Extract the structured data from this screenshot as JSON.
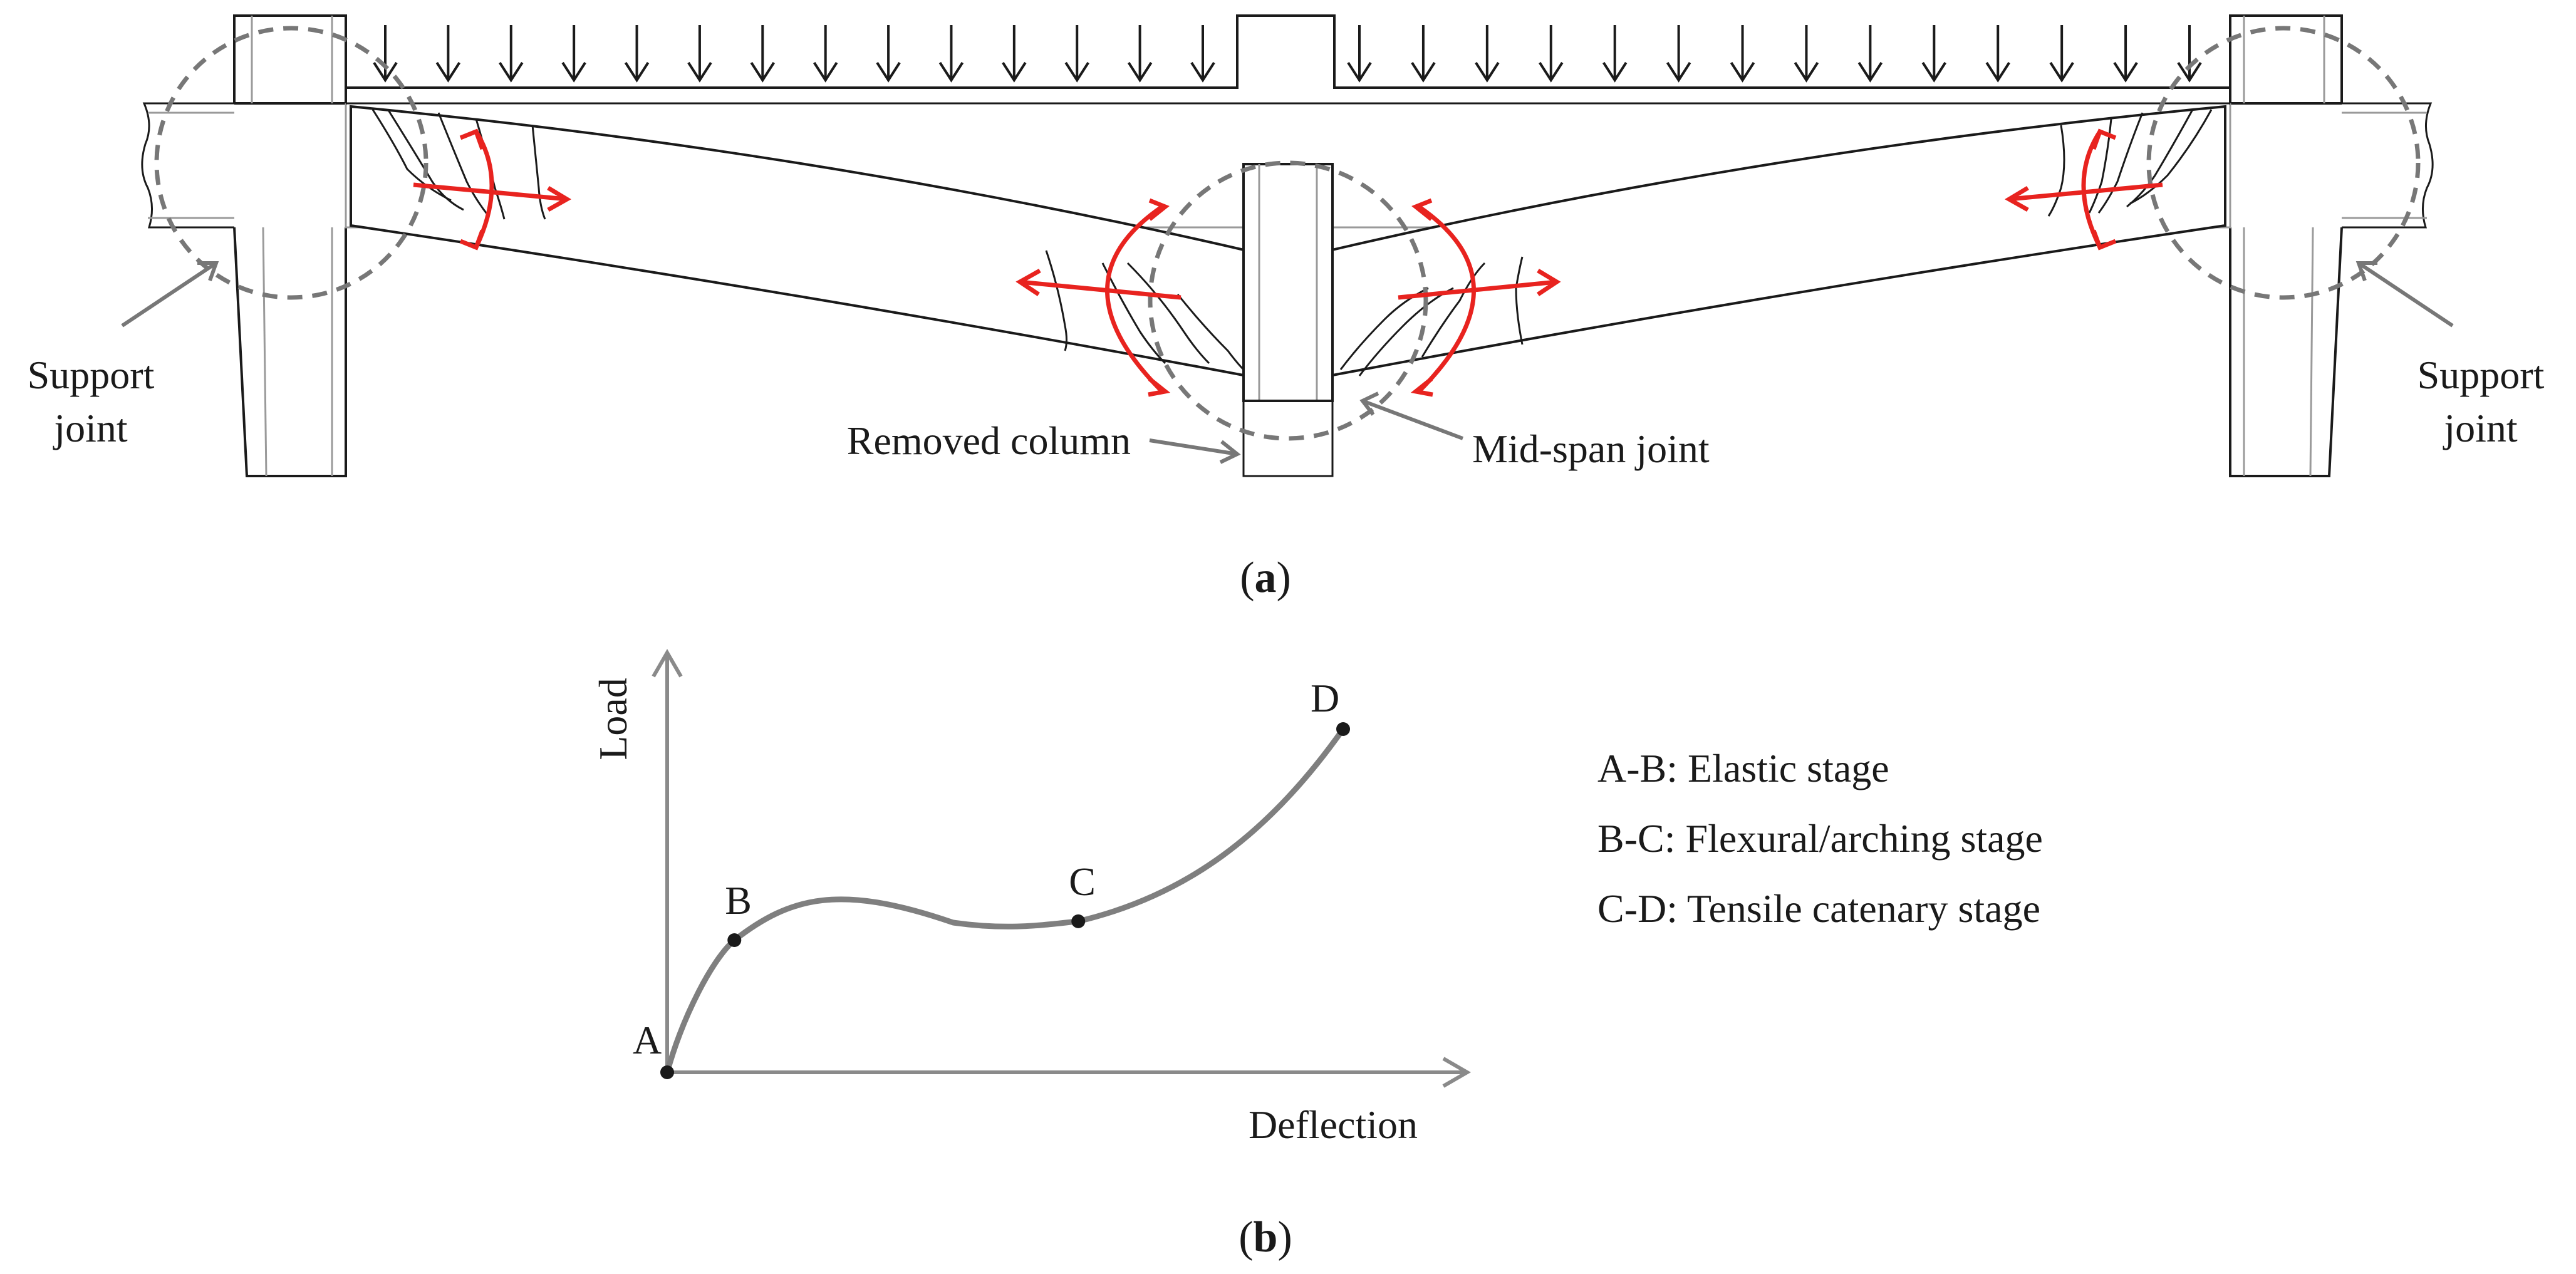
{
  "panel_a": {
    "caption": {
      "open": "(",
      "letter": "a",
      "close": ")"
    },
    "labels": {
      "support_left": [
        "Support",
        "joint"
      ],
      "support_right": [
        "Support",
        "joint"
      ],
      "removed_column": "Removed column",
      "midspan_joint": "Mid-span joint"
    },
    "load_arrows": {
      "left_count": 14,
      "right_count": 14
    },
    "colors": {
      "outline": "#1a1a1a",
      "moment": "#e8231f",
      "marker": "#777777",
      "face": "#ffffff"
    }
  },
  "panel_b": {
    "caption": {
      "open": "(",
      "letter": "b",
      "close": ")"
    },
    "axes": {
      "x_label": "Deflection",
      "y_label": "Load"
    },
    "points": [
      {
        "label": "A",
        "x": 0.0,
        "y": 0.0
      },
      {
        "label": "B",
        "x": 0.085,
        "y": 0.385
      },
      {
        "label": "C",
        "x": 0.52,
        "y": 0.44
      },
      {
        "label": "D",
        "x": 0.855,
        "y": 1.0
      }
    ],
    "legend": [
      "A-B: Elastic stage",
      "B-C: Flexural/arching stage",
      "C-D: Tensile catenary stage"
    ],
    "colors": {
      "curve": "#7f7f7f",
      "axis": "#8a8a8a",
      "point": "#1a1a1a"
    }
  }
}
